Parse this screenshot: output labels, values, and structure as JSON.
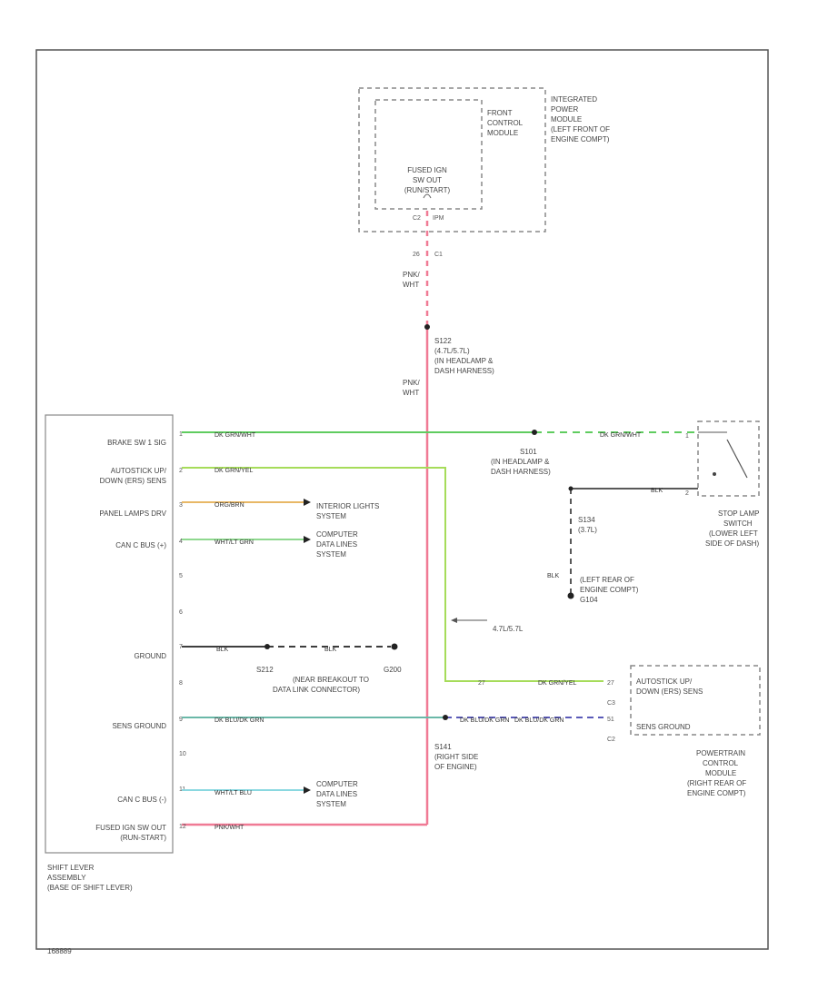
{
  "ipm": {
    "title_lines": [
      "INTEGRATED",
      "POWER",
      "MODULE",
      "(LEFT FRONT OF",
      "ENGINE COMPT)"
    ],
    "fcm_lines": [
      "FRONT",
      "CONTROL",
      "MODULE"
    ],
    "fuse_lines": [
      "FUSED IGN",
      "SW OUT",
      "(RUN/START)"
    ],
    "conn_pin": "C2",
    "conn_name": "IPM",
    "c1_pin": "26",
    "c1_name": "C1"
  },
  "wires": {
    "pnk_wht_1": [
      "PNK/",
      "WHT"
    ],
    "pnk_wht_2": [
      "PNK/",
      "WHT"
    ],
    "splice_s122": [
      "S122",
      "(4.7L/5.7L)",
      "(IN HEADLAMP &",
      "DASH HARNESS)"
    ],
    "brake_sw_color": "DK GRN/WHT",
    "brake_sw_color_2": "DK GRN/WHT",
    "s101": [
      "S101",
      "(IN HEADLAMP &",
      "DASH HARNESS)"
    ],
    "blk_stop": "BLK",
    "s134": [
      "S134",
      "(3.7L)"
    ],
    "blk_g104": "BLK",
    "g104": [
      "(LEFT REAR OF",
      "ENGINE COMPT)",
      "G104"
    ],
    "autostick_color": "DK GRN/YEL",
    "autostick_color_2": "DK GRN/YEL",
    "panel_color": "ORG/BRN",
    "interior": [
      "INTERIOR LIGHTS",
      "SYSTEM"
    ],
    "canc_plus_color": "WHT/LT GRN",
    "comp_1": [
      "COMPUTER",
      "DATA LINES",
      "SYSTEM"
    ],
    "ground_color": "BLK",
    "ground_color_2": "BLK",
    "s212": "S212",
    "g200": [
      "G200",
      "(NEAR BREAKOUT TO",
      "DATA LINK CONNECTOR)"
    ],
    "arrow_4_7": "4.7L/5.7L",
    "sens_color": "DK BLU/DK GRN",
    "sens_color_2": "DK BLU/DK GRN",
    "sens_color_3": "DK BLU/DK GRN",
    "s141": [
      "S141",
      "(RIGHT SIDE",
      "OF ENGINE)"
    ],
    "canc_minus_color": "WHT/LT BLU",
    "comp_2": [
      "COMPUTER",
      "DATA LINES",
      "SYSTEM"
    ],
    "fused_color": "PNK/WHT"
  },
  "shift_lever": {
    "pins": [
      {
        "label": "BRAKE SW 1 SIG",
        "pin": "1"
      },
      {
        "label": "AUTOSTICK UP/",
        "label2": "DOWN (ERS) SENS",
        "pin": "2"
      },
      {
        "label": "PANEL LAMPS DRV",
        "pin": "3"
      },
      {
        "label": "CAN C BUS (+)",
        "pin": "4"
      },
      {
        "label": "",
        "pin": "5"
      },
      {
        "label": "",
        "pin": "6"
      },
      {
        "label": "GROUND",
        "pin": "7"
      },
      {
        "label": "",
        "pin": "8"
      },
      {
        "label": "SENS GROUND",
        "pin": "9"
      },
      {
        "label": "",
        "pin": "10"
      },
      {
        "label": "CAN C BUS (-)",
        "pin": "11"
      },
      {
        "label": "FUSED IGN SW OUT",
        "label2": "(RUN-START)",
        "pin": "12"
      }
    ],
    "title_lines": [
      "SHIFT LEVER",
      "ASSEMBLY",
      "(BASE OF SHIFT LEVER)"
    ]
  },
  "stop_lamp": {
    "title_lines": [
      "STOP LAMP",
      "SWITCH",
      "(LOWER LEFT",
      "SIDE OF DASH)"
    ],
    "pin1": "1",
    "pin2": "2"
  },
  "pcm": {
    "title_lines": [
      "POWERTRAIN",
      "CONTROL",
      "MODULE",
      "(RIGHT REAR OF",
      "ENGINE COMPT)"
    ],
    "autostick_lines": [
      "AUTOSTICK UP/",
      "DOWN (ERS) SENS"
    ],
    "sens_ground": "SENS GROUND",
    "pin_autostick": "27",
    "conn_c3": "C3",
    "pin_sens": "51",
    "conn_c2": "C2"
  },
  "footer": {
    "code": "168889"
  },
  "colors": {
    "green": "#5fcc5f",
    "lime": "#a6dc5a",
    "orange": "#e8b866",
    "teal": "#6ab8a8",
    "cyan": "#8ad8e0",
    "pink": "#f07a95",
    "blue": "#5a5ab8",
    "black": "#222222",
    "gray": "#888888"
  }
}
